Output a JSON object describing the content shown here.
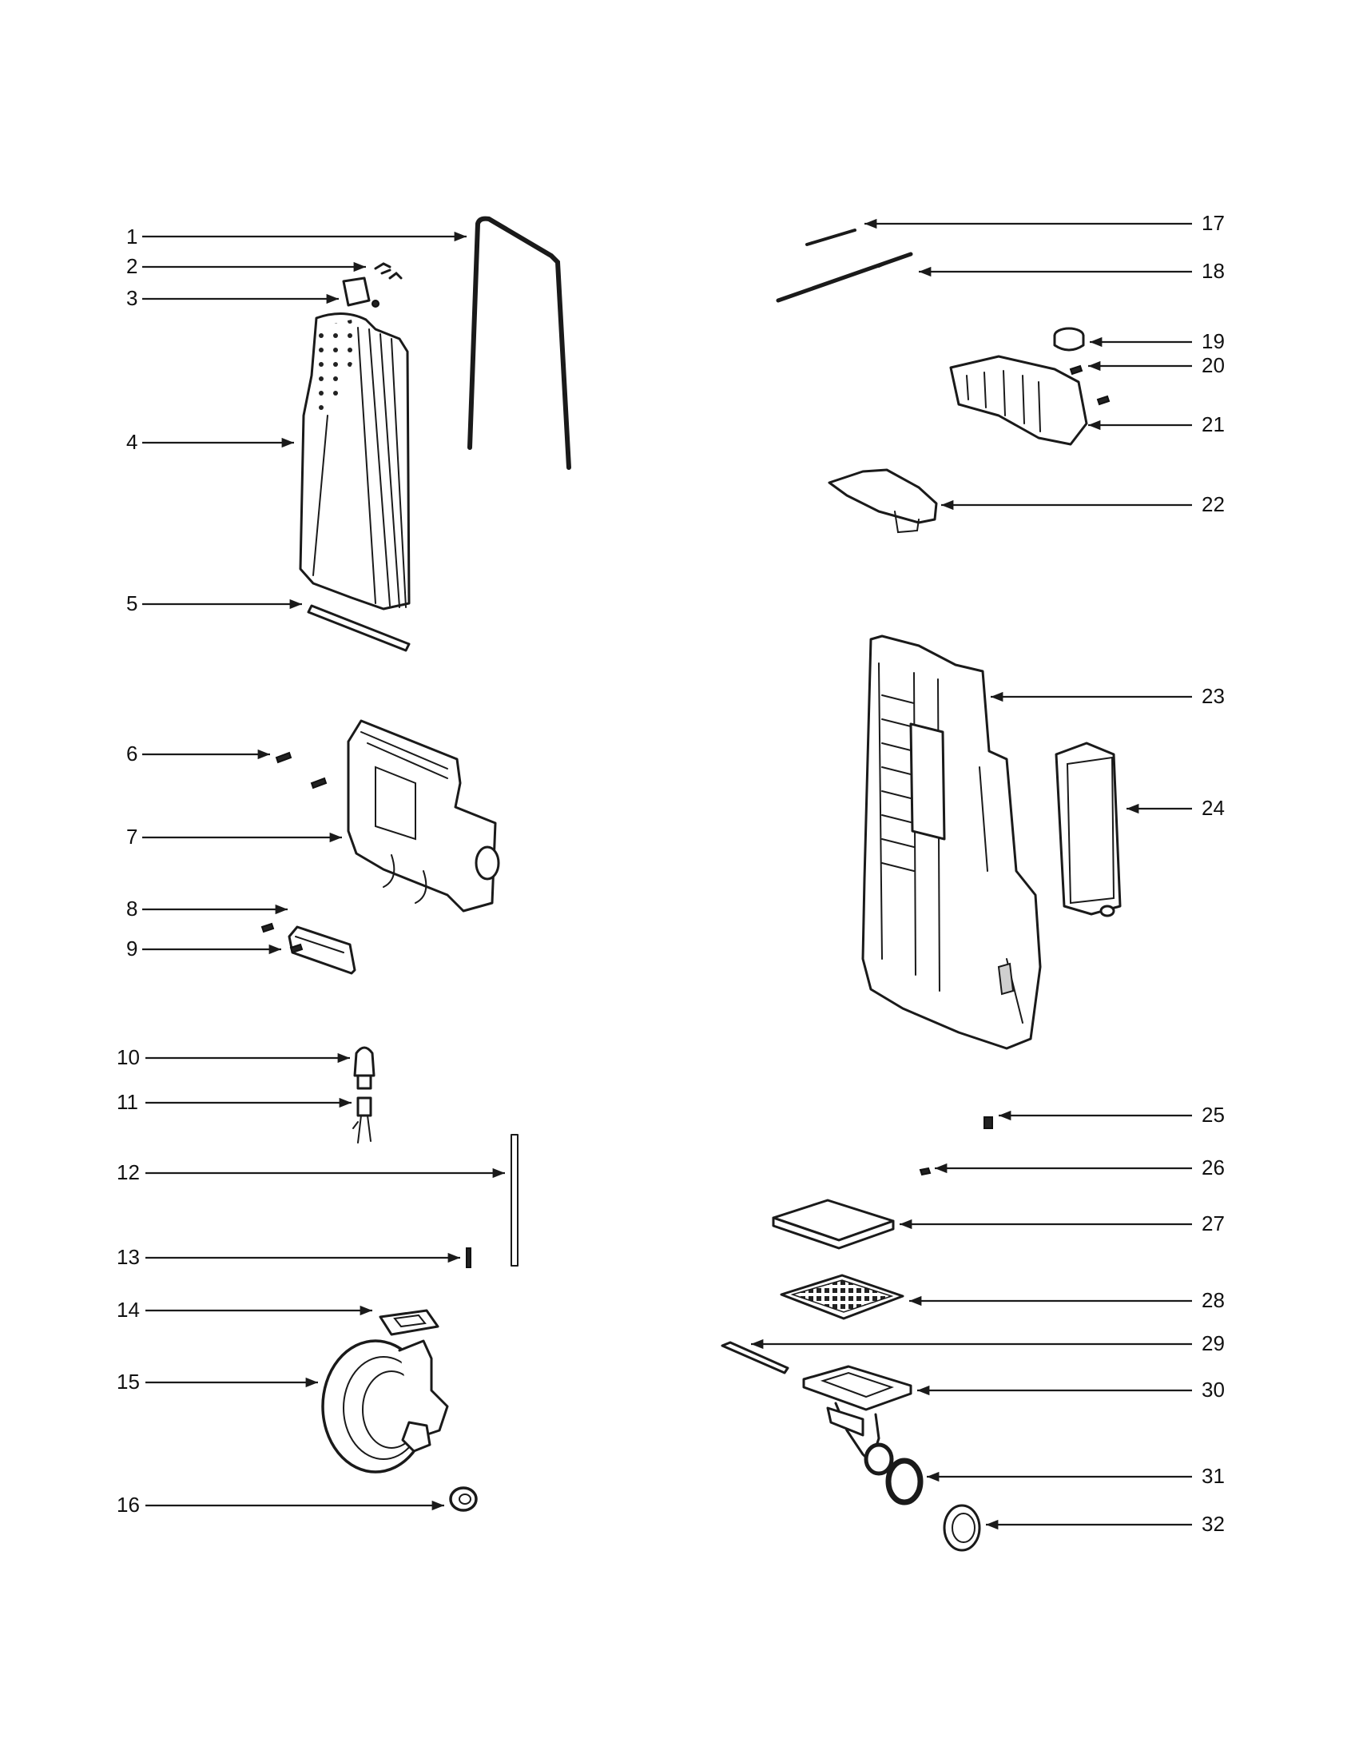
{
  "callouts": [
    "1",
    "2",
    "3",
    "4",
    "5",
    "6",
    "7",
    "8",
    "9",
    "10",
    "11",
    "12",
    "13",
    "14",
    "15",
    "16",
    "17",
    "18",
    "19",
    "20",
    "21",
    "22",
    "23",
    "24",
    "25",
    "26",
    "27",
    "28",
    "29",
    "30",
    "31",
    "32"
  ]
}
